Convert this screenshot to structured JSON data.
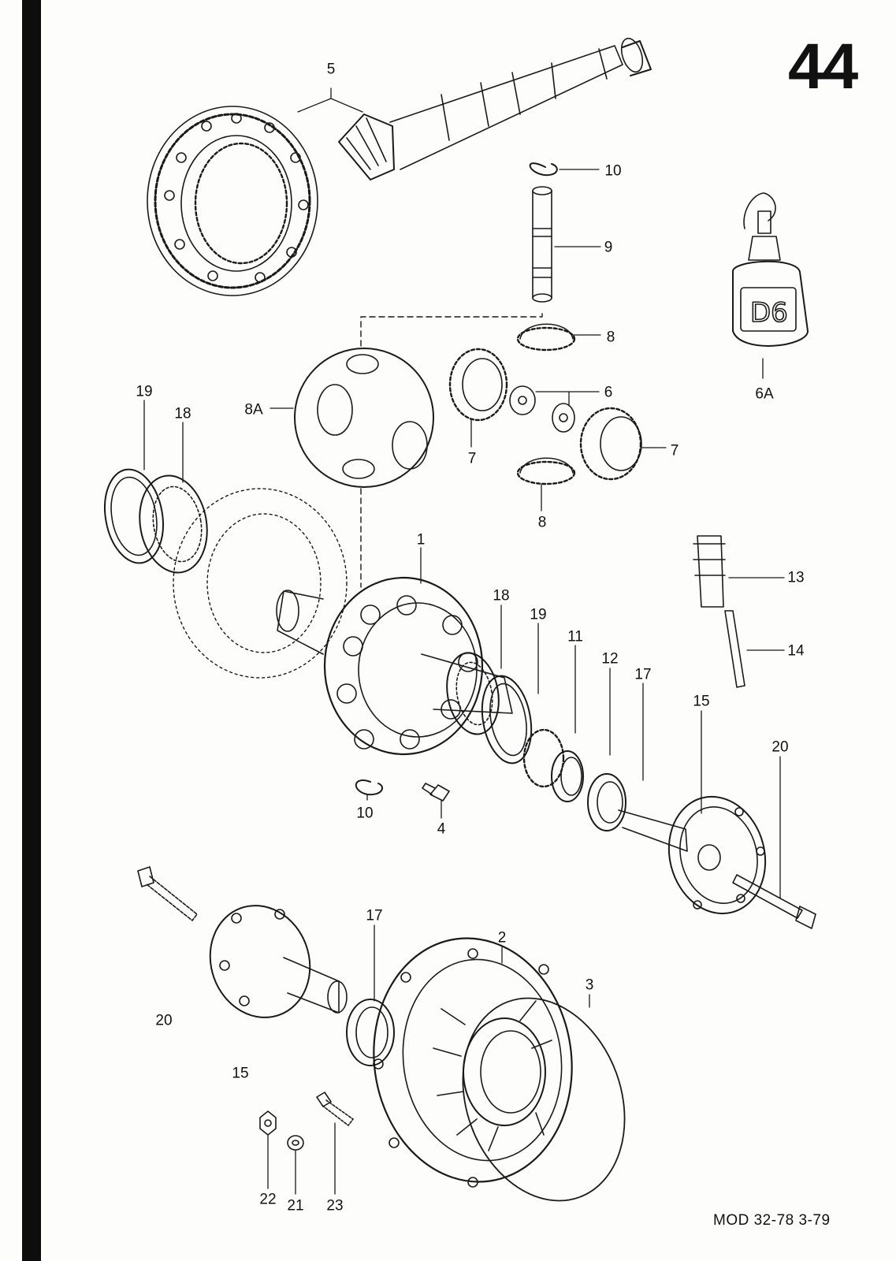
{
  "page": {
    "number": "44",
    "footer": "MOD 32-78  3-79"
  },
  "callouts": [
    {
      "id": "c5",
      "text": "5"
    },
    {
      "id": "c10a",
      "text": "10"
    },
    {
      "id": "c9",
      "text": "9"
    },
    {
      "id": "c8a",
      "text": "8"
    },
    {
      "id": "c6",
      "text": "6"
    },
    {
      "id": "c7a",
      "text": "7"
    },
    {
      "id": "c7b",
      "text": "7"
    },
    {
      "id": "c8b",
      "text": "8"
    },
    {
      "id": "c8A",
      "text": "8A"
    },
    {
      "id": "c19a",
      "text": "19"
    },
    {
      "id": "c18a",
      "text": "18"
    },
    {
      "id": "c6A",
      "text": "6A"
    },
    {
      "id": "c1",
      "text": "1"
    },
    {
      "id": "c18b",
      "text": "18"
    },
    {
      "id": "c19b",
      "text": "19"
    },
    {
      "id": "c11",
      "text": "11"
    },
    {
      "id": "c12",
      "text": "12"
    },
    {
      "id": "c17a",
      "text": "17"
    },
    {
      "id": "c13",
      "text": "13"
    },
    {
      "id": "c14",
      "text": "14"
    },
    {
      "id": "c15a",
      "text": "15"
    },
    {
      "id": "c20a",
      "text": "20"
    },
    {
      "id": "c10b",
      "text": "10"
    },
    {
      "id": "c4",
      "text": "4"
    },
    {
      "id": "c17b",
      "text": "17"
    },
    {
      "id": "c2",
      "text": "2"
    },
    {
      "id": "c3",
      "text": "3"
    },
    {
      "id": "c20b",
      "text": "20"
    },
    {
      "id": "c15b",
      "text": "15"
    },
    {
      "id": "c22",
      "text": "22"
    },
    {
      "id": "c21",
      "text": "21"
    },
    {
      "id": "c23",
      "text": "23"
    }
  ],
  "oil_bottle": {
    "label": "D6"
  }
}
